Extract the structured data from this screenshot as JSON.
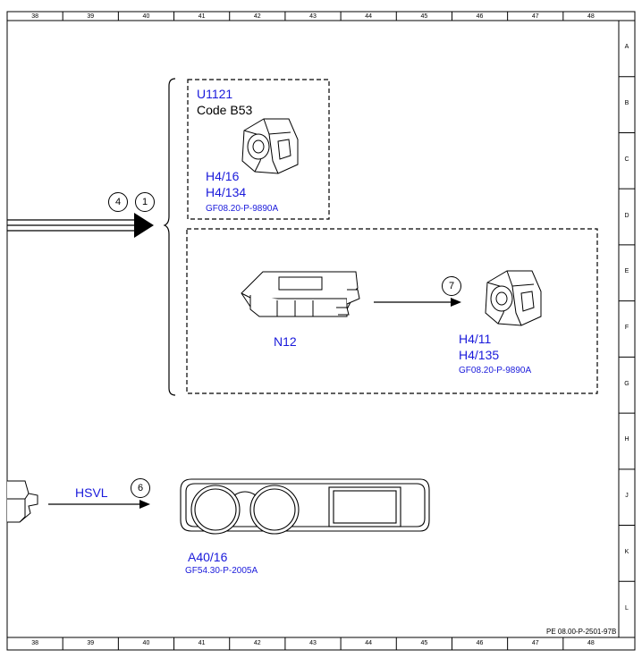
{
  "ruler": {
    "columns": [
      "38",
      "39",
      "40",
      "41",
      "42",
      "43",
      "44",
      "45",
      "46",
      "47",
      "48"
    ],
    "rows": [
      "A",
      "B",
      "C",
      "D",
      "E",
      "F",
      "G",
      "H",
      "J",
      "K",
      "L"
    ]
  },
  "components": {
    "u1121": {
      "id": "U1121",
      "code": "Code B53",
      "refs": [
        "H4/16",
        "H4/134"
      ],
      "doc": "GF08.20-P-9890A"
    },
    "n12": {
      "id": "N12"
    },
    "speaker": {
      "refs": [
        "H4/11",
        "H4/135"
      ],
      "doc": "GF08.20-P-9890A"
    },
    "a40": {
      "id": "A40/16",
      "doc": "GF54.30-P-2005A"
    }
  },
  "callouts": {
    "c4": "4",
    "c1": "1",
    "c7": "7",
    "c6": "6"
  },
  "signals": {
    "hsvl": "HSVL"
  },
  "footer": {
    "code": "PE 08.00-P-2501-97B"
  },
  "colors": {
    "link_blue": "#1a1adb",
    "line": "#000000"
  }
}
